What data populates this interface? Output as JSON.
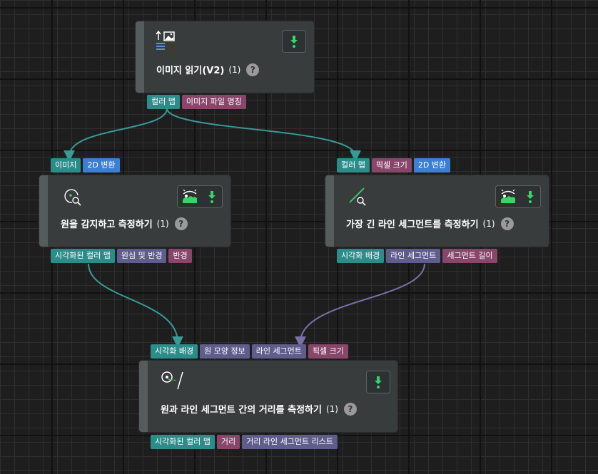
{
  "colors": {
    "background": "#1e1e1e",
    "node_body": "#383c3d",
    "port_teal": "#2b8c89",
    "port_blue": "#3c7fd1",
    "port_mauve": "#88466a",
    "port_slate": "#5f5d8c",
    "wire_teal": "#3a9a98",
    "wire_purple": "#7a70a8",
    "accent_green": "#39d36a"
  },
  "nodes": {
    "read_image": {
      "title": "이미지 읽기(V2)",
      "count": "(1)",
      "help": "?",
      "icon": "image-read-icon",
      "action_icons": [
        "download-arrow-icon"
      ],
      "inputs": [],
      "outputs": [
        "컬러 맵",
        "이미지 파일 명칭"
      ]
    },
    "detect_circle": {
      "title": "원을 감지하고 측정하기",
      "count": "(1)",
      "help": "?",
      "icon": "circle-search-icon",
      "action_icons": [
        "visualize-eye-icon",
        "download-arrow-icon"
      ],
      "inputs": [
        "이미지",
        "2D 변환"
      ],
      "outputs": [
        "시각화된 컬러 맵",
        "원심 및 반경",
        "반경"
      ]
    },
    "longest_line": {
      "title": "가장 긴 라인 세그먼트를 측정하기",
      "count": "(1)",
      "help": "?",
      "icon": "line-search-icon",
      "action_icons": [
        "visualize-eye-icon",
        "download-arrow-icon"
      ],
      "inputs": [
        "컬러 맵",
        "픽셀 크기",
        "2D 변환"
      ],
      "outputs": [
        "시각화 배경",
        "라인 세그먼트",
        "세그먼트 길이"
      ]
    },
    "circle_line_distance": {
      "title": "원과 라인 세그먼트 간의 거리를 측정하기",
      "count": "(1)",
      "help": "?",
      "icon": "point-line-icon",
      "action_icons": [
        "download-arrow-icon"
      ],
      "inputs": [
        "시각화 배경",
        "원 모양 정보",
        "라인 세그먼트",
        "픽셀 크기"
      ],
      "outputs": [
        "시각화된 컬러 맵",
        "거리",
        "거리 라인 세그먼트 리스트"
      ]
    }
  }
}
